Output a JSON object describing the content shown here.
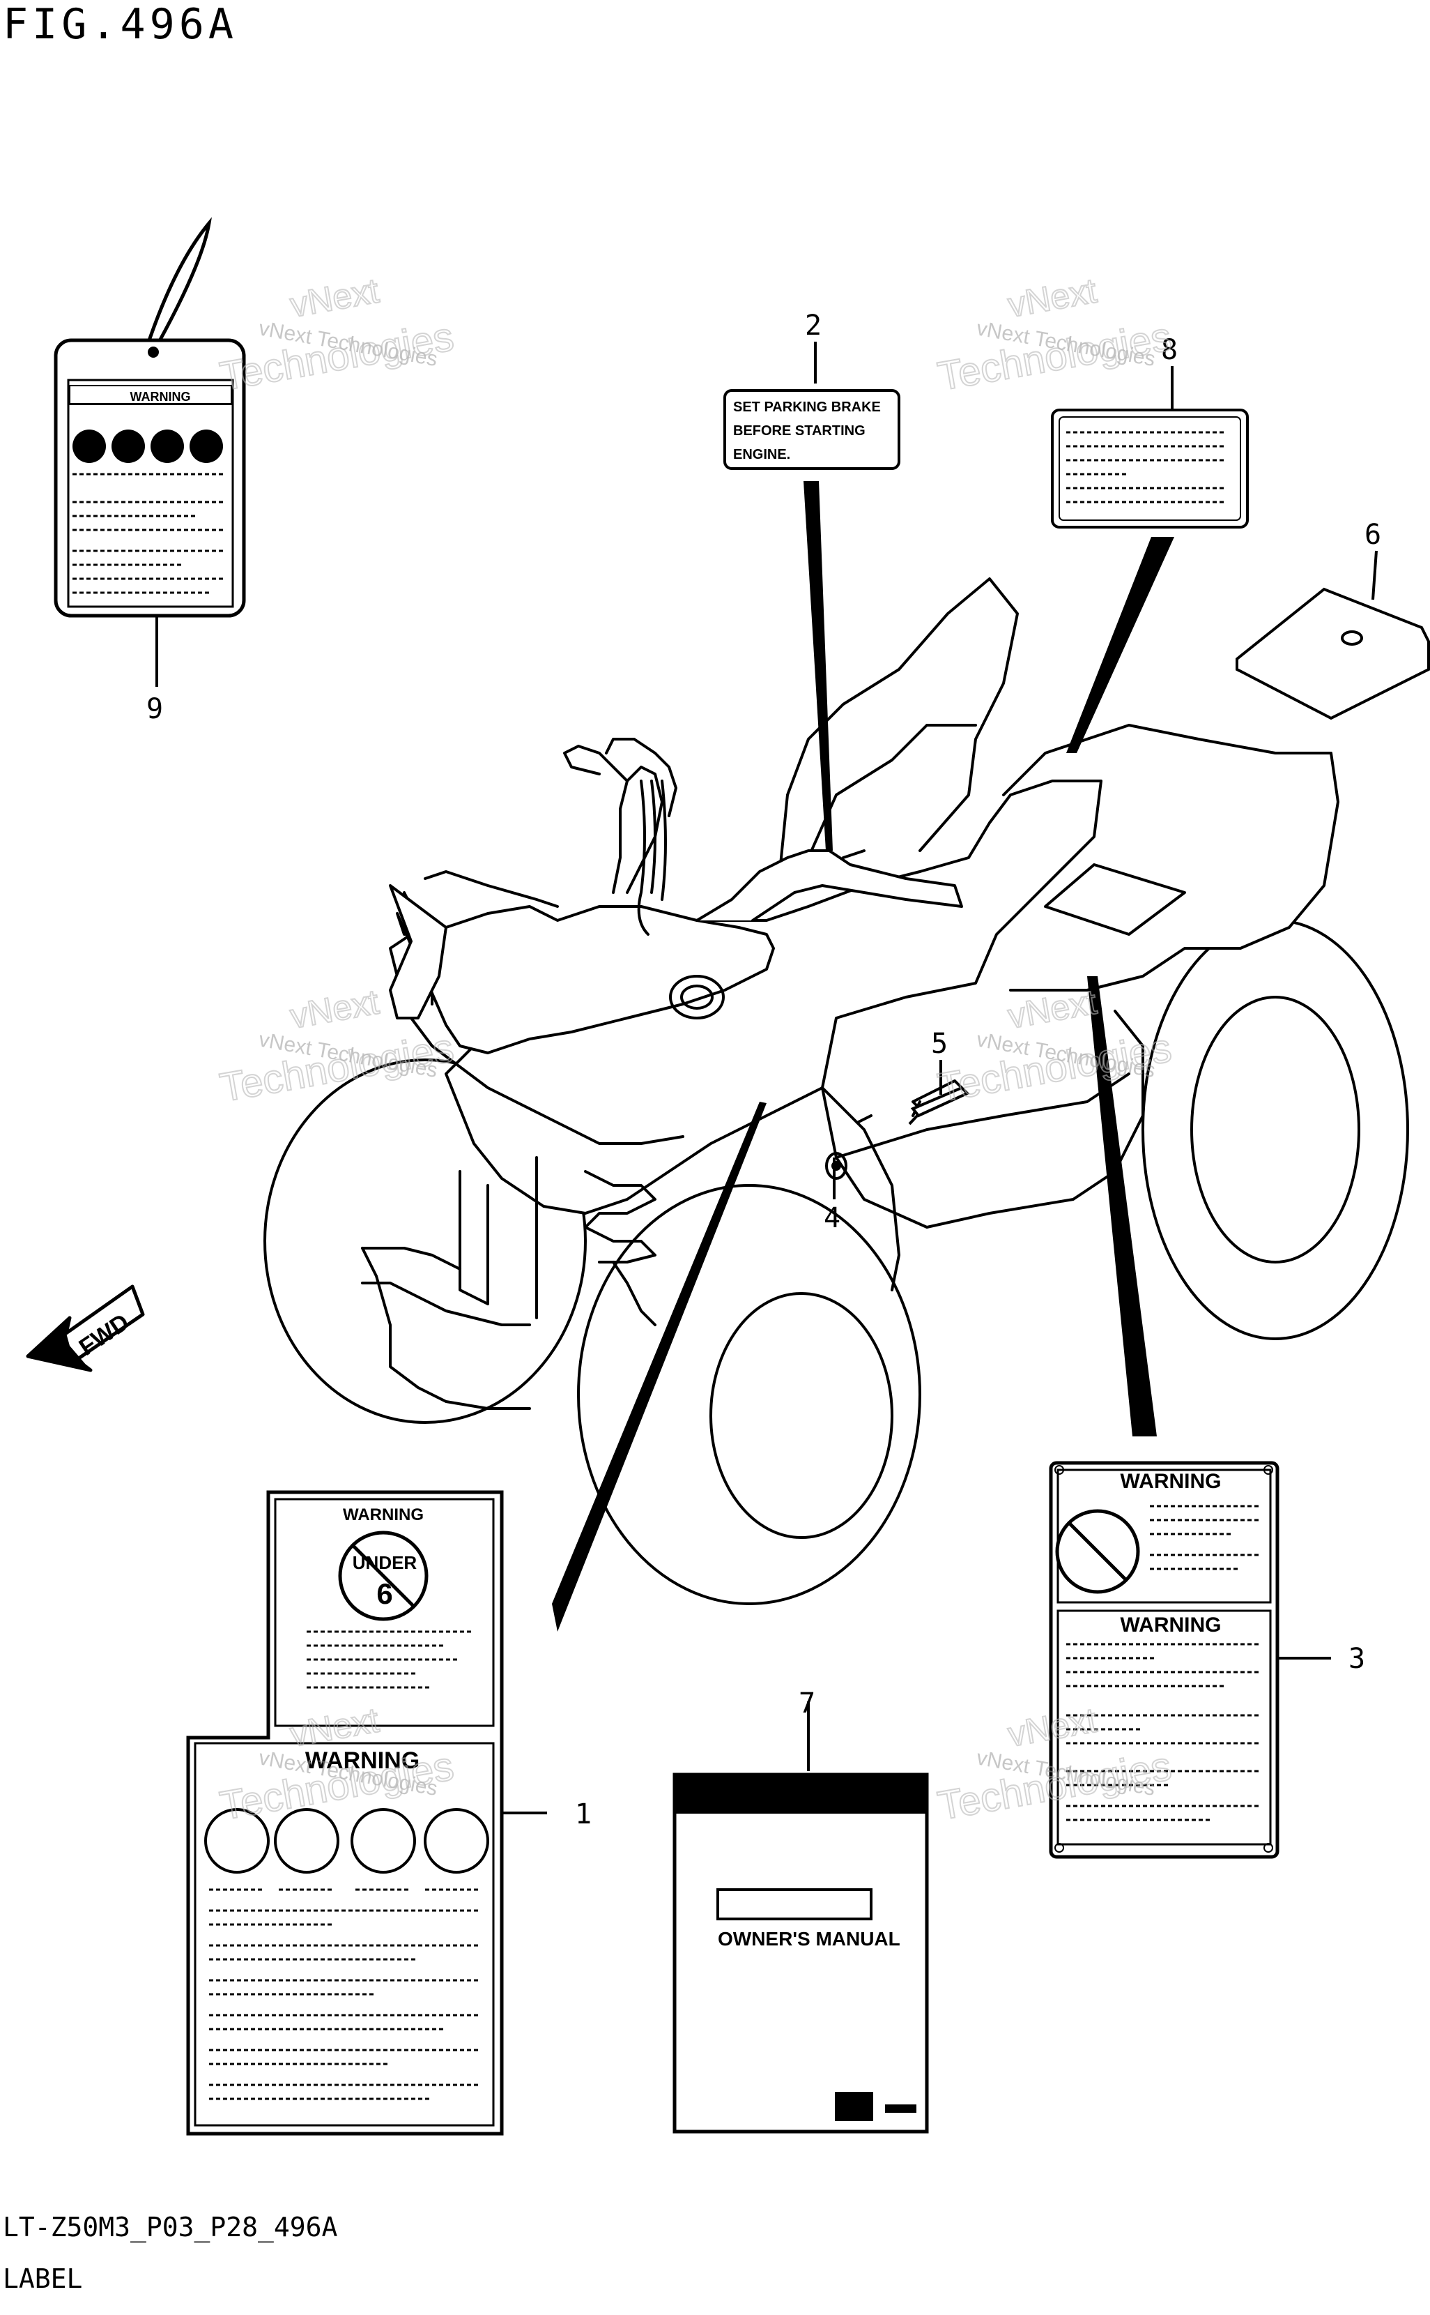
{
  "figure_title": "FIG.496A",
  "footer": {
    "code": "LT-Z50M3_P03_P28_496A",
    "name": "LABEL"
  },
  "direction_arrow": {
    "label": "FWD",
    "icon": "fwd-arrow-icon"
  },
  "callouts": [
    {
      "number": "1"
    },
    {
      "number": "2"
    },
    {
      "number": "3"
    },
    {
      "number": "4"
    },
    {
      "number": "5"
    },
    {
      "number": "6"
    },
    {
      "number": "7"
    },
    {
      "number": "8"
    },
    {
      "number": "9"
    }
  ],
  "labels": {
    "label_1": {
      "warning_top": "WARNING",
      "age_badge_top": "UNDER",
      "age_badge_number": "6",
      "warning_bottom": "WARNING"
    },
    "label_2": {
      "line1": "SET PARKING BRAKE",
      "line2": "BEFORE STARTING",
      "line3": "ENGINE."
    },
    "label_3": {
      "warning_top": "WARNING",
      "warning_bottom": "WARNING"
    },
    "label_7": {
      "title": "OWNER'S MANUAL"
    },
    "label_9": {
      "warning": "WARNING"
    }
  },
  "watermark": {
    "line1": "vNext Technologies",
    "line2a": "vNext",
    "line2b": "Technologies"
  },
  "colors": {
    "line": "#000000",
    "background": "#ffffff",
    "watermark": "#9a9a9a"
  }
}
